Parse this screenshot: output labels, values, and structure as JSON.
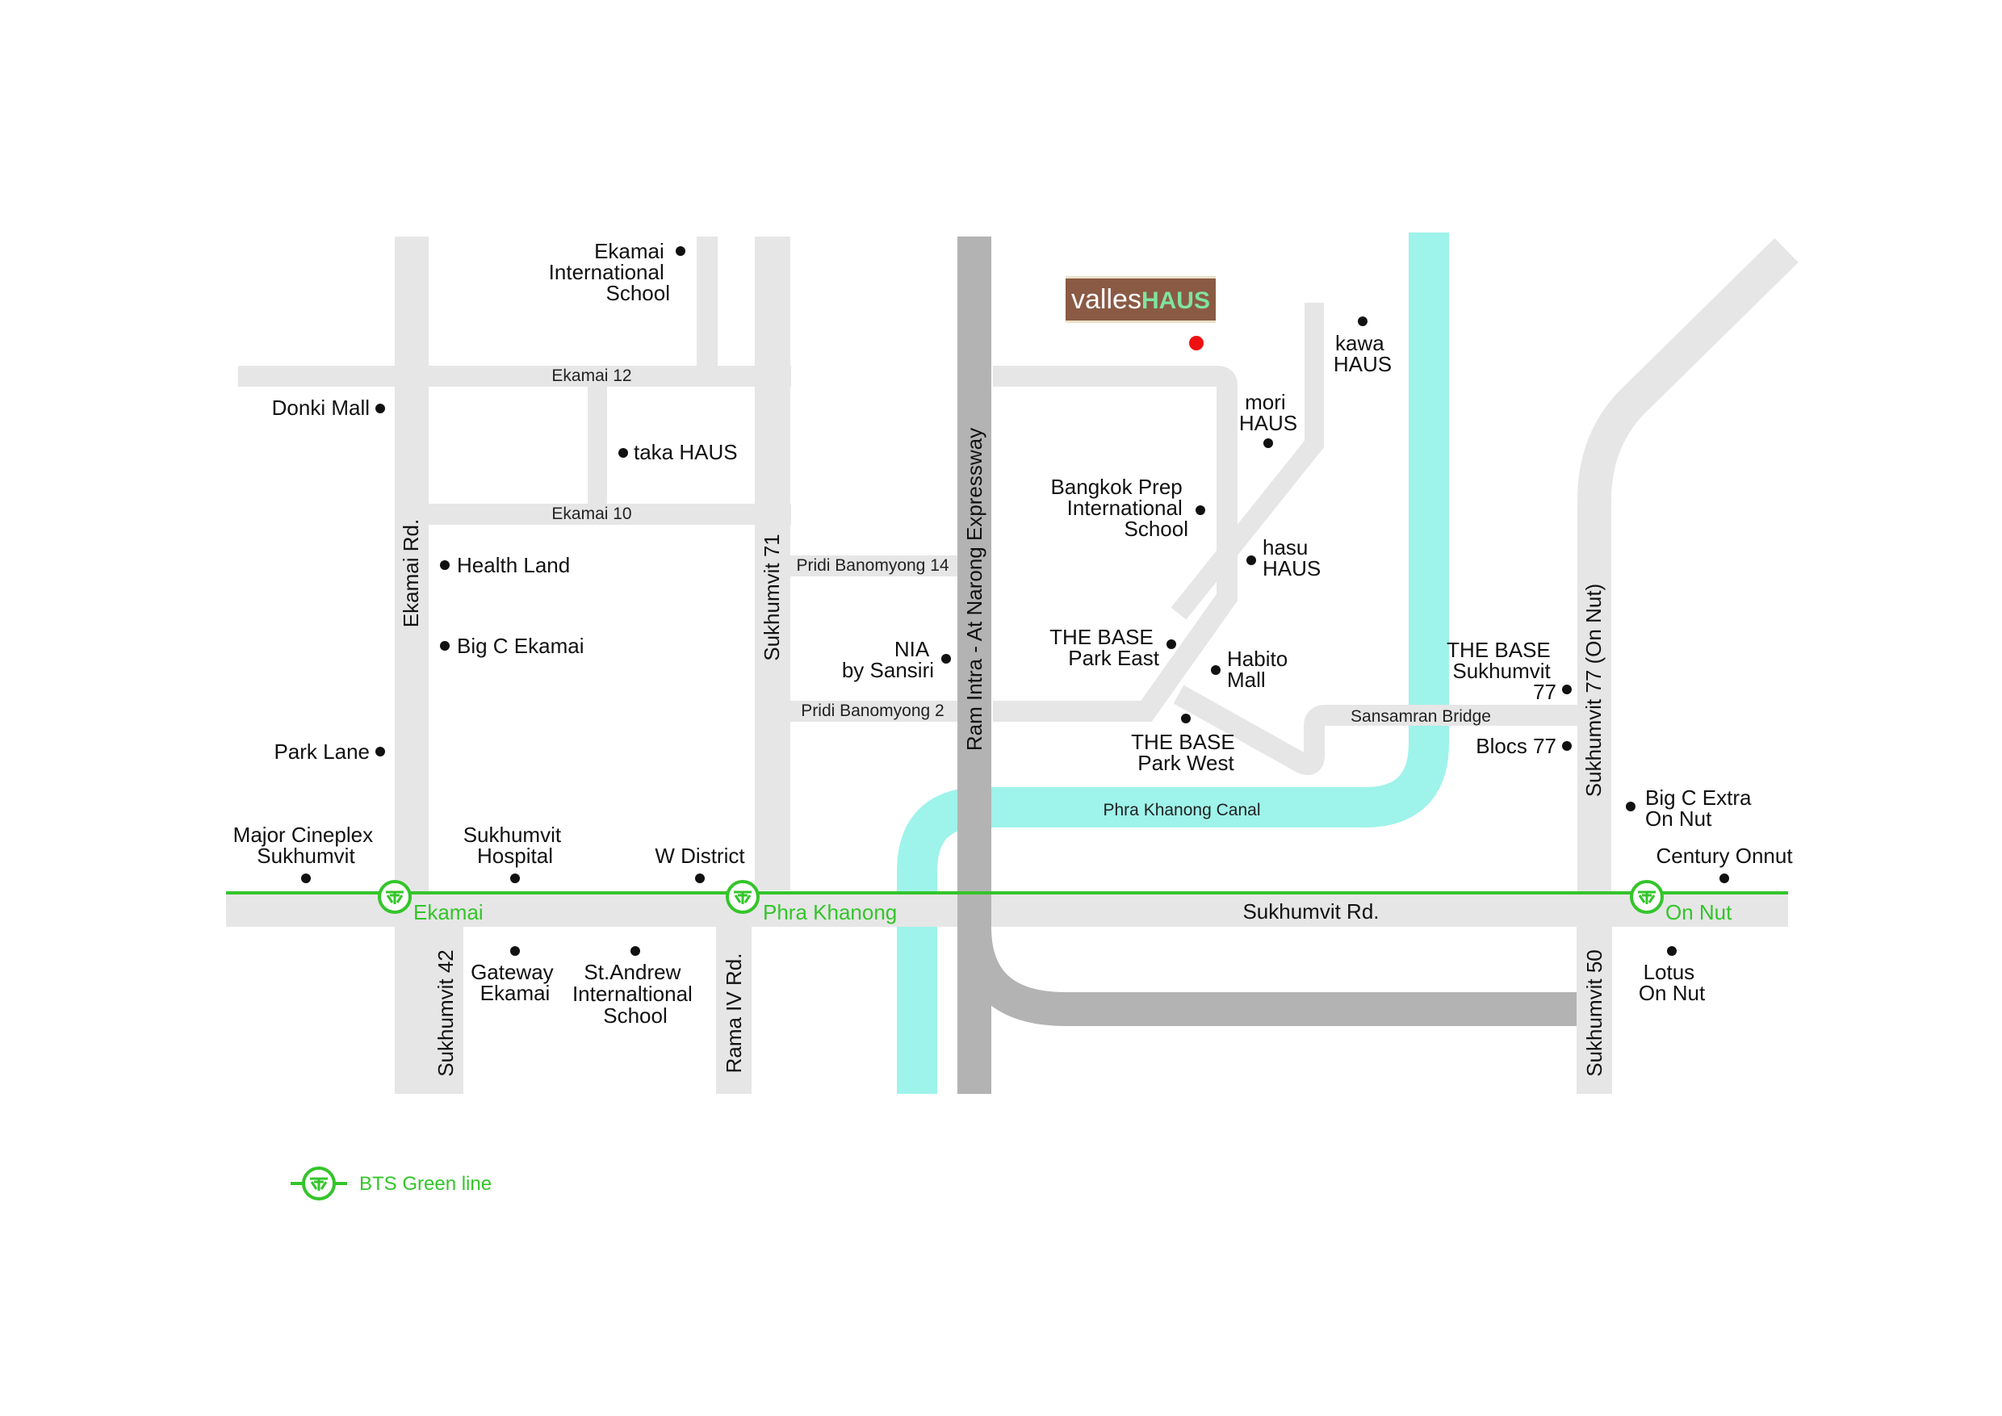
{
  "roads": {
    "ekamai_12": "Ekamai 12",
    "ekamai_10": "Ekamai 10",
    "ekamai_rd": "Ekamai Rd.",
    "sukhumvit_71": "Sukhumvit 71",
    "pridi_14": "Pridi Banomyong 14",
    "pridi_2": "Pridi Banomyong 2",
    "expressway": "Ram Intra - At Narong Expressway",
    "sansamran": "Sansamran Bridge",
    "sukhumvit_77": "Sukhumvit 77 (On Nut)",
    "sukhumvit_rd": "Sukhumvit Rd.",
    "sukhumvit_42": "Sukhumvit 42",
    "rama_iv": "Rama IV Rd.",
    "sukhumvit_50": "Sukhumvit 50",
    "canal": "Phra Khanong Canal"
  },
  "pois": {
    "ekamai_school": [
      "Ekamai",
      "International",
      "School"
    ],
    "donki": "Donki Mall",
    "taka": "taka HAUS",
    "health_land": "Health Land",
    "big_c_ekamai": "Big C Ekamai",
    "park_lane": "Park Lane",
    "major": [
      "Major Cineplex",
      "Sukhumvit"
    ],
    "sukhumvit_hospital": [
      "Sukhumvit",
      "Hospital"
    ],
    "w_district": "W District",
    "gateway": [
      "Gateway",
      "Ekamai"
    ],
    "st_andrew": [
      "St.Andrew",
      "Internaltional",
      "School"
    ],
    "nia": [
      "NIA",
      "by Sansiri"
    ],
    "mori": [
      "mori",
      "HAUS"
    ],
    "kawa": [
      "kawa",
      "HAUS"
    ],
    "bangkok_prep": [
      "Bangkok Prep",
      "International",
      "School"
    ],
    "hasu": [
      "hasu",
      "HAUS"
    ],
    "base_east": [
      "THE BASE",
      "Park East"
    ],
    "habito": [
      "Habito",
      "Mall"
    ],
    "base_west": [
      "THE BASE",
      "Park West"
    ],
    "base_77": [
      "THE BASE",
      "Sukhumvit",
      "77"
    ],
    "blocs": "Blocs 77",
    "big_c_extra": [
      "Big C Extra",
      "On Nut"
    ],
    "century": "Century Onnut",
    "lotus": [
      "Lotus",
      "On Nut"
    ]
  },
  "stations": {
    "ekamai": "Ekamai",
    "phra_khanong": "Phra Khanong",
    "on_nut": "On Nut"
  },
  "logo": {
    "part1": "valles",
    "part2": "HAUS"
  },
  "legend": {
    "bts": "BTS Green line"
  },
  "colors": {
    "road": "#e6e6e6",
    "expressway": "#b3b3b3",
    "canal": "#9ef3ea",
    "bts": "#33c52a",
    "logo_bg": "#8a5a44",
    "marker": "#ee1111"
  },
  "icons": {
    "station": "bts-station-icon",
    "project": "location-marker-icon"
  }
}
